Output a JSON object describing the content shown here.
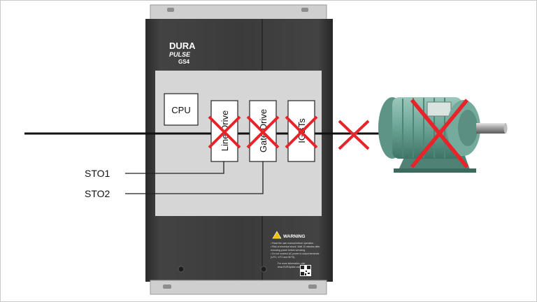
{
  "drive": {
    "brand_line1": "DURA",
    "brand_line2": "PULSE",
    "brand_line3": "GS4",
    "warning_title": "WARNING",
    "warning_lines": [
      "• Read the user manual before operation.",
      "• Risk of electrical shock. Wait 10 minutes after",
      "  removing power before servicing.",
      "• Do not connect AC power to output terminals",
      "  (U/T1, V/T2 and W/T3)."
    ],
    "info_lines": [
      "For more information, visit",
      "www.DURApulse.com/GS4"
    ]
  },
  "blocks": {
    "cpu": "CPU",
    "line_drive": "Line Drive",
    "gate_drive": "Gate Drive",
    "igbts": "IGBTs"
  },
  "signals": {
    "sto1": "STO1",
    "sto2": "STO2"
  },
  "colors": {
    "cross": "#e8232a",
    "drive_body": "#3a3a3a",
    "panel": "#d6d6d6",
    "motor": "#6fa89a"
  }
}
